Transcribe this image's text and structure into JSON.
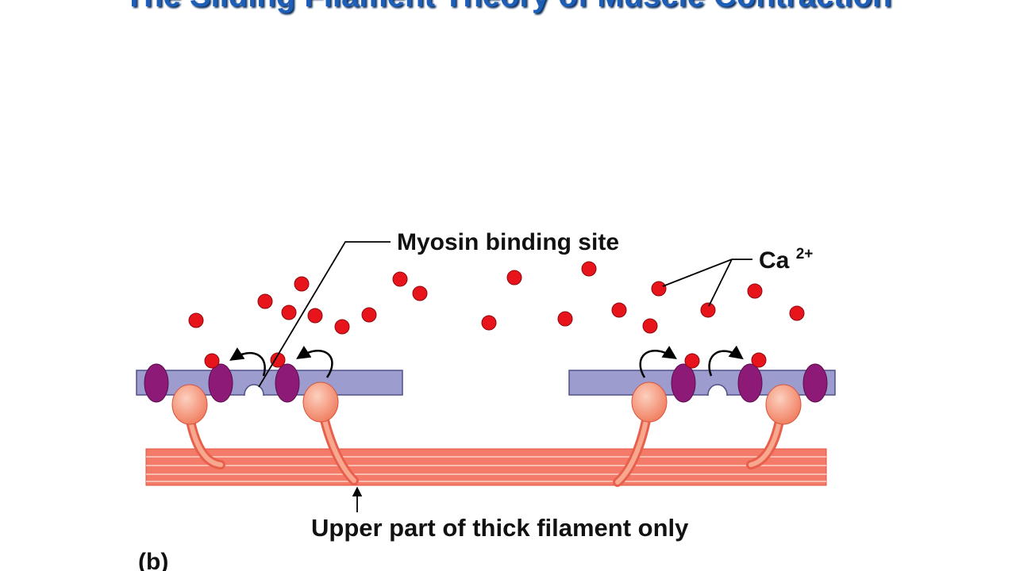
{
  "slide": {
    "title": "The Sliding Filament Theory of Muscle Contraction",
    "panel_label": "(b)"
  },
  "labels": {
    "myosin_binding_site": "Myosin binding site",
    "calcium_base": "Ca",
    "calcium_charge": "2+",
    "thick_filament": "Upper part of thick filament only"
  },
  "colors": {
    "thin_filament": "#9c9ccf",
    "troponin": "#8e1a78",
    "myosin_head": "#f48a6e",
    "thick_filament": "#f4796a",
    "calcium": "#e8141b"
  }
}
